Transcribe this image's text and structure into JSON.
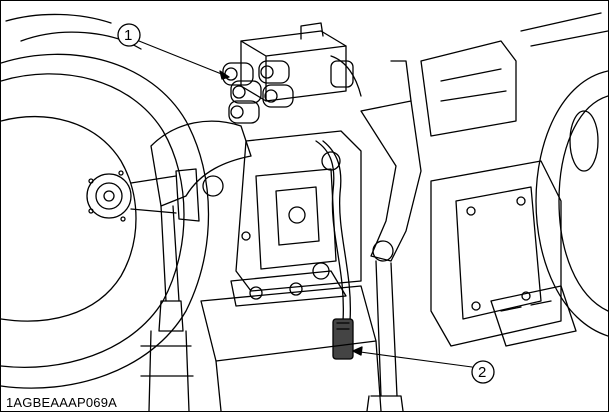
{
  "figure": {
    "code": "1AGBEAAAP069A",
    "callouts": [
      {
        "number": "1"
      },
      {
        "number": "2"
      }
    ]
  },
  "colors": {
    "line": "#000000",
    "background": "#ffffff"
  }
}
